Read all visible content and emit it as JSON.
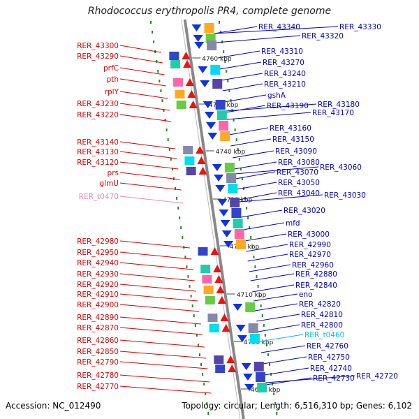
{
  "title": "Rhodococcus erythropolis PR4, complete genome",
  "footer": {
    "accession": "Accession: NC_012490",
    "summary": "Topology: circular; Length: 6,516,310 bp; Genes: 6,102"
  },
  "colors": {
    "forward_label": "#dd0000",
    "reverse_label": "#0000cc",
    "trna_forward": "#ee88bb",
    "trna_reverse": "#00bbee",
    "backbone": "#888888",
    "dots": "#228822"
  },
  "scale_labels": [
    "4760 kbp",
    "4750 kbp",
    "4740 kbp",
    "4730 kbp",
    "4720 kbp",
    "4710 kbp",
    "4700 kbp",
    "4690 kbp"
  ],
  "forward_genes": [
    {
      "label": "RER_43300",
      "kind": "cds"
    },
    {
      "label": "RER_43290",
      "kind": "cds"
    },
    {
      "label": "prfC",
      "kind": "cds"
    },
    {
      "label": "pth",
      "kind": "cds"
    },
    {
      "label": "rplY",
      "kind": "cds"
    },
    {
      "label": "RER_43230",
      "kind": "cds"
    },
    {
      "label": "RER_43220",
      "kind": "cds"
    },
    {
      "label": "RER_43140",
      "kind": "cds"
    },
    {
      "label": "RER_43130",
      "kind": "cds"
    },
    {
      "label": "RER_43120",
      "kind": "cds"
    },
    {
      "label": "prs",
      "kind": "cds"
    },
    {
      "label": "glmU",
      "kind": "cds"
    },
    {
      "label": "RER_t0470",
      "kind": "trna"
    },
    {
      "label": "RER_42980",
      "kind": "cds"
    },
    {
      "label": "RER_42950",
      "kind": "cds"
    },
    {
      "label": "RER_42940",
      "kind": "cds"
    },
    {
      "label": "RER_42930",
      "kind": "cds"
    },
    {
      "label": "RER_42920",
      "kind": "cds"
    },
    {
      "label": "RER_42910",
      "kind": "cds"
    },
    {
      "label": "RER_42900",
      "kind": "cds"
    },
    {
      "label": "RER_42890",
      "kind": "cds"
    },
    {
      "label": "RER_42870",
      "kind": "cds"
    },
    {
      "label": "RER_42860",
      "kind": "cds"
    },
    {
      "label": "RER_42850",
      "kind": "cds"
    },
    {
      "label": "RER_42790",
      "kind": "cds"
    },
    {
      "label": "RER_42780",
      "kind": "cds"
    },
    {
      "label": "RER_42770",
      "kind": "cds"
    }
  ],
  "reverse_genes": [
    {
      "label": "RER_43340",
      "kind": "cds"
    },
    {
      "label": "RER_43330",
      "kind": "cds"
    },
    {
      "label": "RER_43320",
      "kind": "cds"
    },
    {
      "label": "RER_43310",
      "kind": "cds"
    },
    {
      "label": "RER_43270",
      "kind": "cds"
    },
    {
      "label": "RER_43240",
      "kind": "cds"
    },
    {
      "label": "RER_43210",
      "kind": "cds"
    },
    {
      "label": "gshA",
      "kind": "cds"
    },
    {
      "label": "RER_43190",
      "kind": "cds"
    },
    {
      "label": "RER_43180",
      "kind": "cds"
    },
    {
      "label": "RER_43170",
      "kind": "cds"
    },
    {
      "label": "RER_43160",
      "kind": "cds"
    },
    {
      "label": "RER_43150",
      "kind": "cds"
    },
    {
      "label": "RER_43090",
      "kind": "cds"
    },
    {
      "label": "RER_43080",
      "kind": "cds"
    },
    {
      "label": "RER_43070",
      "kind": "cds"
    },
    {
      "label": "RER_43060",
      "kind": "cds"
    },
    {
      "label": "RER_43050",
      "kind": "cds"
    },
    {
      "label": "RER_43040",
      "kind": "cds"
    },
    {
      "label": "RER_43030",
      "kind": "cds"
    },
    {
      "label": "RER_43020",
      "kind": "cds"
    },
    {
      "label": "mfd",
      "kind": "cds"
    },
    {
      "label": "RER_43000",
      "kind": "cds"
    },
    {
      "label": "RER_42990",
      "kind": "cds"
    },
    {
      "label": "RER_42970",
      "kind": "cds"
    },
    {
      "label": "RER_42960",
      "kind": "cds"
    },
    {
      "label": "RER_42880",
      "kind": "cds"
    },
    {
      "label": "RER_42840",
      "kind": "cds"
    },
    {
      "label": "eno",
      "kind": "cds"
    },
    {
      "label": "RER_42820",
      "kind": "cds"
    },
    {
      "label": "RER_42810",
      "kind": "cds"
    },
    {
      "label": "RER_42800",
      "kind": "cds"
    },
    {
      "label": "RER_t0460",
      "kind": "trna"
    },
    {
      "label": "RER_42760",
      "kind": "cds"
    },
    {
      "label": "RER_42750",
      "kind": "cds"
    },
    {
      "label": "RER_42740",
      "kind": "cds"
    },
    {
      "label": "RER_42730",
      "kind": "cds"
    },
    {
      "label": "RER_42720",
      "kind": "cds"
    }
  ]
}
